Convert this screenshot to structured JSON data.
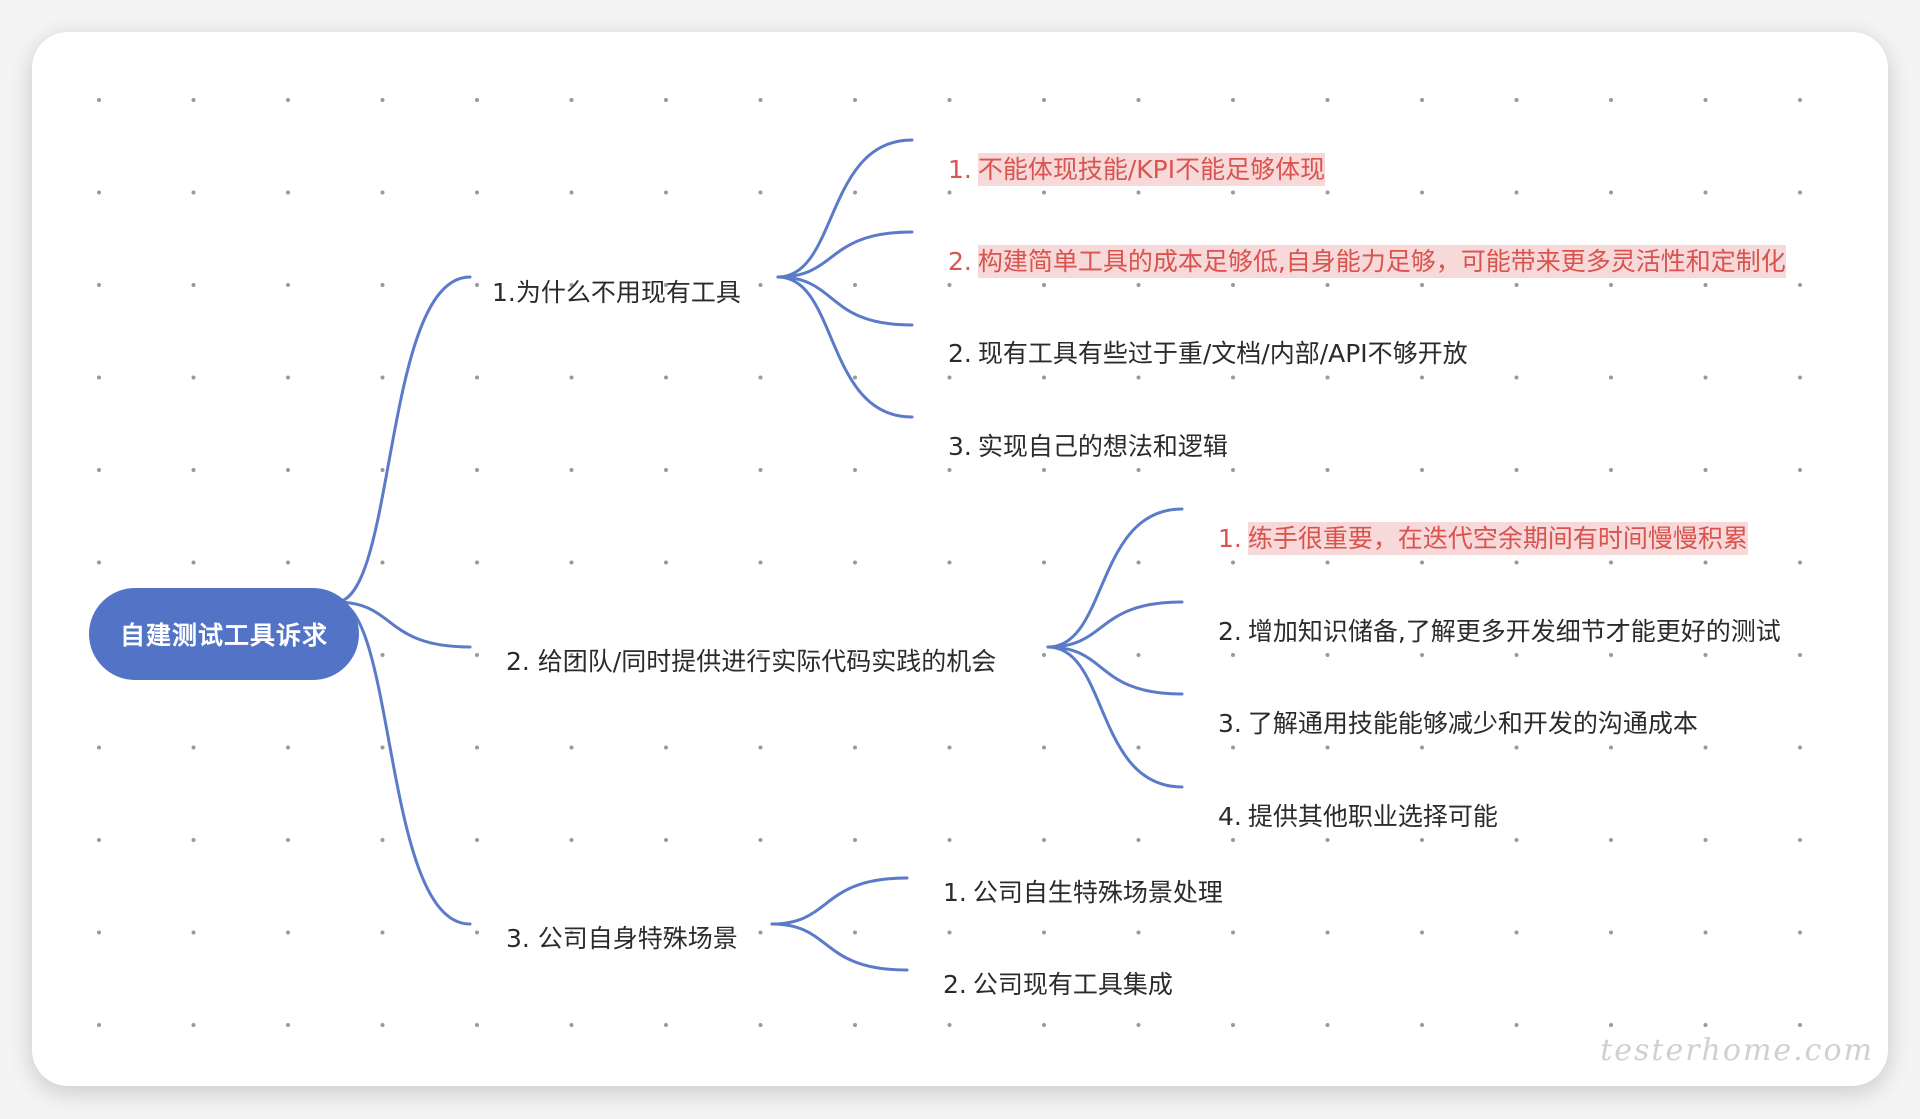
{
  "root": {
    "label": "自建测试工具诉求"
  },
  "branches": [
    {
      "label": "1.为什么不用现有工具",
      "children": [
        {
          "num": "1.",
          "text": "不能体现技能/KPI不能足够体现",
          "highlight": true
        },
        {
          "num": "2.",
          "text": "构建简单工具的成本足够低,自身能力足够，可能带来更多灵活性和定制化",
          "highlight": true
        },
        {
          "num": "2.",
          "text": "现有工具有些过于重/文档/内部/API不够开放",
          "highlight": false
        },
        {
          "num": "3.",
          "text": "实现自己的想法和逻辑",
          "highlight": false
        }
      ]
    },
    {
      "label": "2. 给团队/同时提供进行实际代码实践的机会",
      "children": [
        {
          "num": "1.",
          "text": "练手很重要，在迭代空余期间有时间慢慢积累",
          "highlight": true
        },
        {
          "num": "2.",
          "text": "增加知识储备,了解更多开发细节才能更好的测试",
          "highlight": false
        },
        {
          "num": "3.",
          "text": "了解通用技能能够减少和开发的沟通成本",
          "highlight": false
        },
        {
          "num": "4.",
          "text": "提供其他职业选择可能",
          "highlight": false
        }
      ]
    },
    {
      "label": "3. 公司自身特殊场景",
      "children": [
        {
          "num": "1.",
          "text": "公司自生特殊场景处理",
          "highlight": false
        },
        {
          "num": "2.",
          "text": "公司现有工具集成",
          "highlight": false
        }
      ]
    }
  ],
  "watermark": "testerhome.com",
  "colors": {
    "root_fill": "#5374c6",
    "connector": "#5b7bc9",
    "highlight_text": "#d9534f",
    "highlight_bg": "#f6d9d8",
    "dot": "#9a9a9a"
  }
}
